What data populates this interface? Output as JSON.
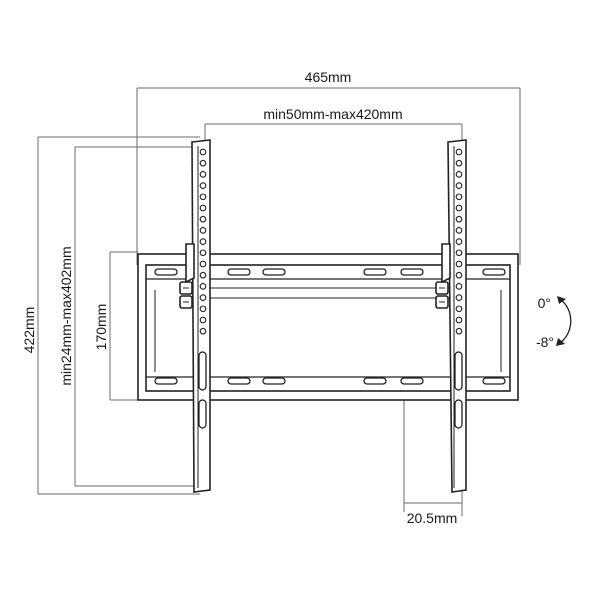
{
  "dimensions": {
    "overall_width": "465mm",
    "vesa_horizontal": "min50mm-max420mm",
    "overall_height": "422mm",
    "vesa_vertical": "min24mm-max402mm",
    "plate_height": "170mm",
    "wall_depth": "20.5mm"
  },
  "tilt": {
    "min_angle": "0°",
    "max_angle": "-8°"
  },
  "colors": {
    "line": "#222222",
    "dimension_line": "#6b6b6b",
    "background": "#ffffff"
  }
}
